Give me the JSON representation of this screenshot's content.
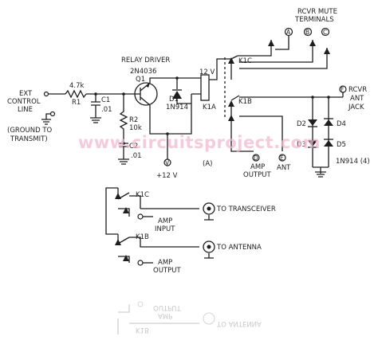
{
  "labels": {
    "rcvr_mute_1": "RCVR MUTE",
    "rcvr_mute_2": "TERMINALS",
    "term_a": "A",
    "term_b": "B",
    "term_c": "C",
    "term_d": "D",
    "term_e": "E",
    "term_f": "F",
    "term_v": "V",
    "relay_driver": "RELAY DRIVER",
    "q1_part": "2N4036",
    "q1": "Q1",
    "d1": "D1",
    "d1_part": "1N914",
    "v12": "12 V",
    "k1a": "K1A",
    "k1c": "K1C",
    "k1b": "K1B",
    "r1_val": "4.7k",
    "r1": "R1",
    "c1": "C1",
    "c1_val": ".01",
    "r2": "R2",
    "r2_val": "10k",
    "c2": "C2",
    "c2_val": ".01",
    "plus12": "+12 V",
    "fig_a": "(A)",
    "ext_1": "EXT",
    "ext_2": "CONTROL",
    "ext_3": "LINE",
    "gnd_1": "(GROUND TO",
    "gnd_2": "TRANSMIT)",
    "amp_output_1": "AMP",
    "amp_output_2": "OUTPUT",
    "ant": "ANT",
    "rcvr_ant_1": "RCVR",
    "rcvr_ant_2": "ANT",
    "rcvr_ant_3": "JACK",
    "d2": "D2",
    "d3": "D3",
    "d4": "D4",
    "d5": "D5",
    "diodes_part": "1N914 (4)",
    "b_k1c": "K1C",
    "b_k1b": "K1B",
    "to_transceiver": "TO TRANSCEIVER",
    "b_amp_input_1": "AMP",
    "b_amp_input_2": "INPUT",
    "to_antenna": "TO ANTENNA",
    "b_amp_output_1": "AMP",
    "b_amp_output_2": "OUTPUT",
    "watermark": "www.circuitsproject.com"
  },
  "colors": {
    "ink": "#1e1e1e",
    "watermark": "#f2b8cf",
    "reflection": "#cfcfcf"
  }
}
